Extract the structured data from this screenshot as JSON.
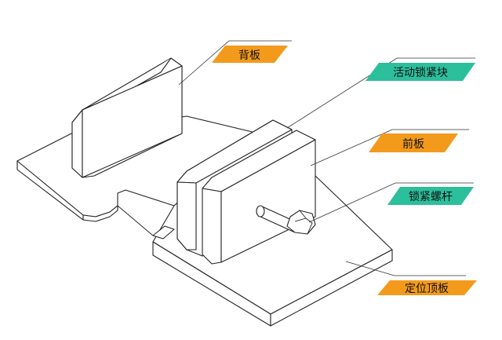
{
  "labels": {
    "back_plate": "背板",
    "movable_lock_block": "活动锁紧块",
    "front_plate": "前板",
    "lock_screw": "锁紧螺杆",
    "positioning_top_plate": "定位顶板"
  },
  "colors": {
    "orange_tag": "#f39a1c",
    "teal_tag": "#2bbf9b",
    "line": "#222222",
    "background": "#ffffff"
  }
}
